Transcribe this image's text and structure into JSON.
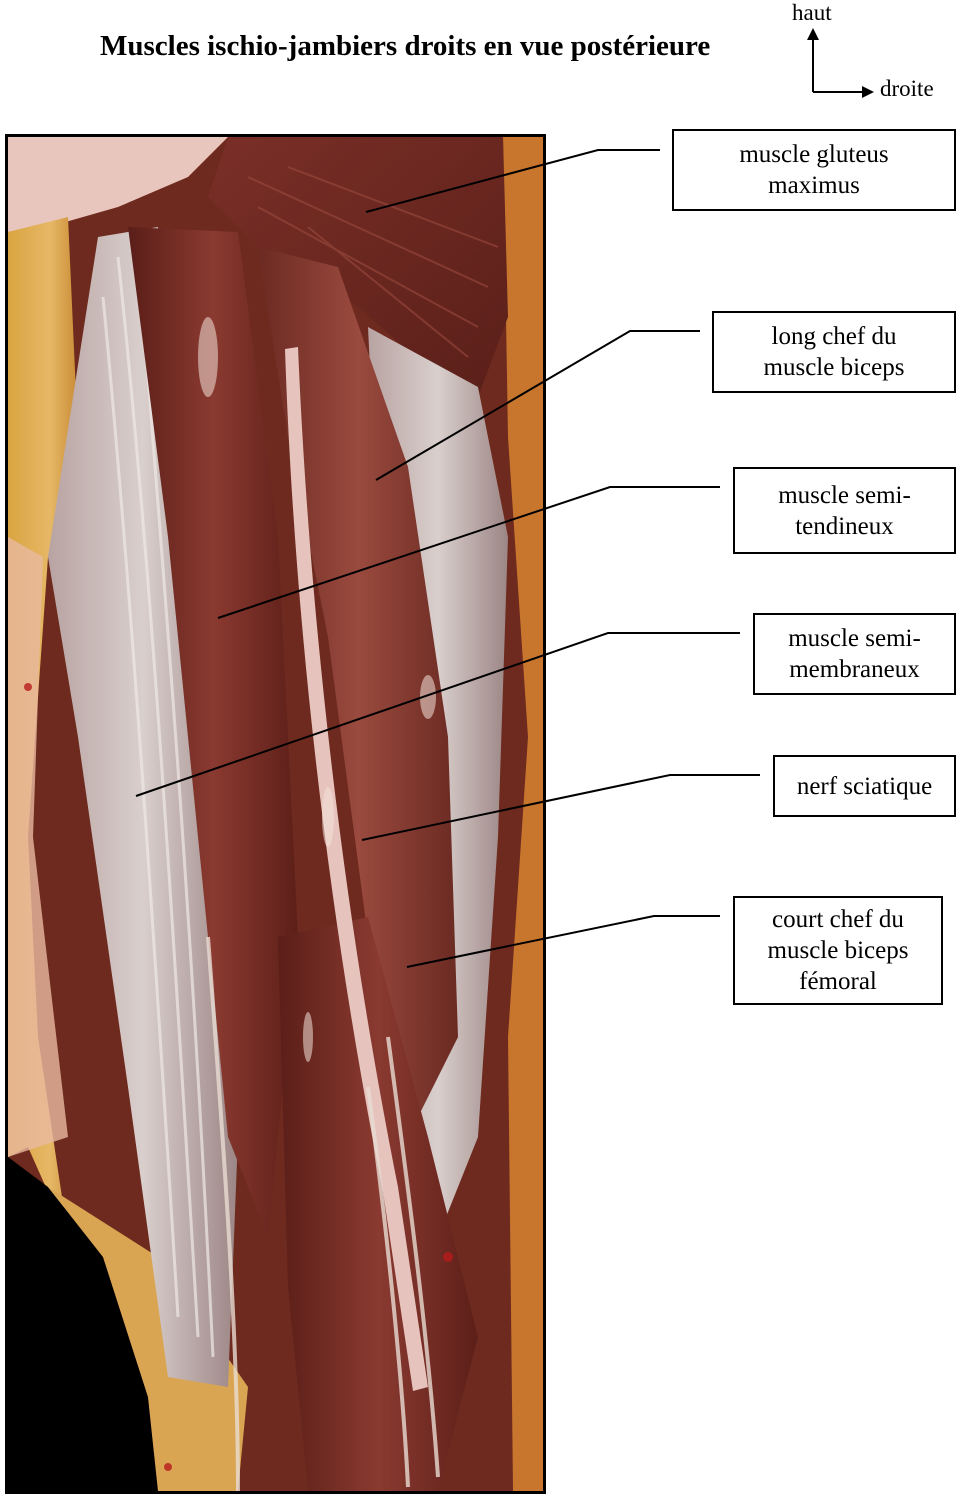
{
  "title": "Muscles ischio-jambiers droits en vue postérieure",
  "orientation": {
    "up_label": "haut",
    "right_label": "droite"
  },
  "labels": [
    {
      "lines": [
        "muscle gluteus",
        "maximus"
      ]
    },
    {
      "lines": [
        "long chef du",
        "muscle biceps"
      ]
    },
    {
      "lines": [
        "muscle semi-",
        "tendineux"
      ]
    },
    {
      "lines": [
        "muscle semi-",
        "membraneux"
      ]
    },
    {
      "lines": [
        "nerf sciatique"
      ]
    },
    {
      "lines": [
        "court chef du",
        "muscle biceps",
        "fémoral"
      ]
    }
  ]
}
